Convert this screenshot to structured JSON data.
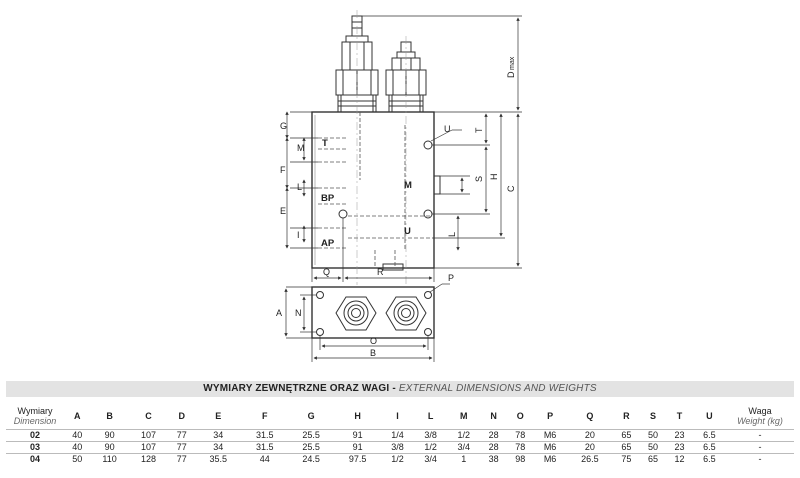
{
  "drawing": {
    "dimension_letters": {
      "A": "A",
      "B": "B",
      "C": "C",
      "D": "D",
      "D_sub": "max",
      "E": "E",
      "F": "F",
      "G": "G",
      "H": "H",
      "L": "L",
      "M": "M",
      "N": "N",
      "O": "O",
      "P": "P",
      "Q": "Q",
      "R": "R",
      "S": "S",
      "T": "T",
      "U": "U"
    },
    "ports": {
      "T": "T",
      "BP": "BP",
      "AP": "AP",
      "M": "M",
      "U": "U"
    }
  },
  "section": {
    "title_pl": "WYMIARY ZEWNĘTRZNE ORAZ WAGI",
    "separator": "-",
    "title_en": "EXTERNAL DIMENSIONS AND WEIGHTS"
  },
  "table": {
    "dim_header": "Wymiary",
    "dim_header_sub": "Dimension",
    "weight_header": "Waga",
    "weight_header_sub": "Weight (kg)",
    "columns": [
      "A",
      "B",
      "C",
      "D",
      "E",
      "F",
      "G",
      "H",
      "I",
      "L",
      "M",
      "N",
      "O",
      "P",
      "Q",
      "R",
      "S",
      "T",
      "U"
    ],
    "rows": [
      {
        "model": "02",
        "values": [
          "40",
          "90",
          "107",
          "77",
          "34",
          "31.5",
          "25.5",
          "91",
          "1/4",
          "3/8",
          "1/2",
          "28",
          "78",
          "M6",
          "20",
          "65",
          "50",
          "23",
          "6.5"
        ],
        "weight": "-"
      },
      {
        "model": "03",
        "values": [
          "40",
          "90",
          "107",
          "77",
          "34",
          "31.5",
          "25.5",
          "91",
          "3/8",
          "1/2",
          "3/4",
          "28",
          "78",
          "M6",
          "20",
          "65",
          "50",
          "23",
          "6.5"
        ],
        "weight": "-"
      },
      {
        "model": "04",
        "values": [
          "50",
          "110",
          "128",
          "77",
          "35.5",
          "44",
          "24.5",
          "97.5",
          "1/2",
          "3/4",
          "1",
          "38",
          "98",
          "M6",
          "26.5",
          "75",
          "65",
          "12",
          "6.5"
        ],
        "weight": "-"
      }
    ]
  }
}
